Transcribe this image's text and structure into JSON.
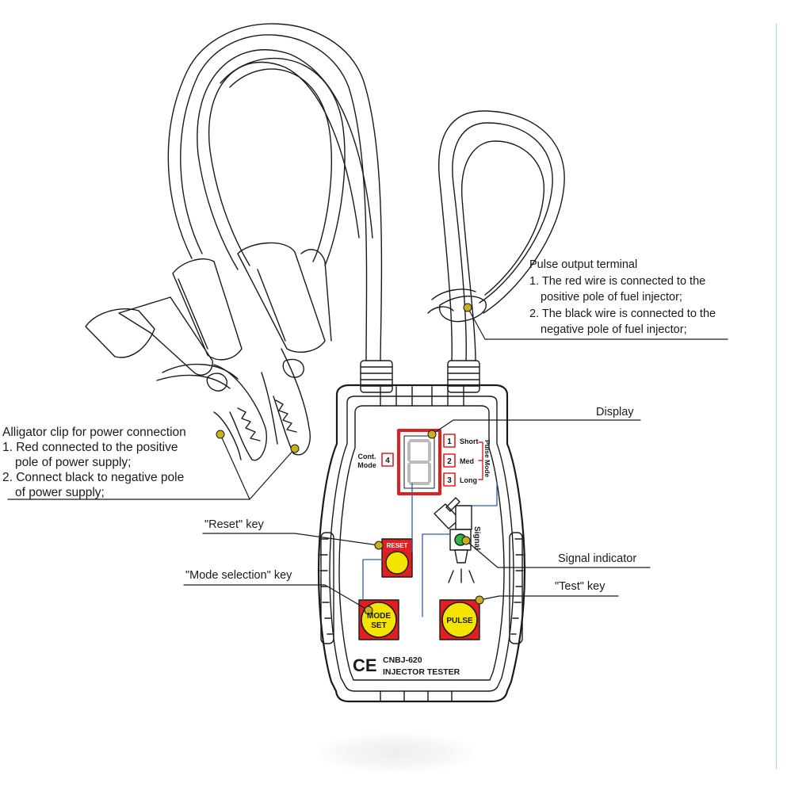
{
  "callouts": {
    "alligator": {
      "title": "Alligator clip for power connection",
      "line1": "1. Red connected to the positive",
      "line1b": "pole of power supply;",
      "line2": "2. Connect black to negative pole",
      "line2b": "of power supply;"
    },
    "pulse_output": {
      "title": "Pulse output terminal",
      "line1": "1. The red wire is connected to the",
      "line1b": "positive pole of fuel injector;",
      "line2": "2. The black wire is connected to the",
      "line2b": "negative pole of fuel injector;"
    },
    "display": "Display",
    "reset_key": "\"Reset\" key",
    "mode_key": "\"Mode selection\" key",
    "signal_indicator": "Signal indicator",
    "test_key": "\"Test\" key"
  },
  "device": {
    "cont_mode_line1": "Cont.",
    "cont_mode_line2": "Mode",
    "cont_mode_num": "4",
    "modes": [
      {
        "num": "1",
        "label": "Short"
      },
      {
        "num": "2",
        "label": "Med"
      },
      {
        "num": "3",
        "label": "Long"
      }
    ],
    "pulse_mode_label": "Pulse Mode",
    "signal_label": "Signal",
    "reset_label": "RESET",
    "mode_btn_line1": "MODE",
    "mode_btn_line2": "SET",
    "pulse_btn": "PULSE",
    "ce_mark": "CE",
    "model": "CNBJ-620",
    "product": "INJECTOR TESTER"
  },
  "colors": {
    "outline": "#1a1a1a",
    "red": "#e02020",
    "yellow": "#f5e400",
    "dot": "#c9b020",
    "leader_blue": "#2c5fa8",
    "led_green": "#2db84a",
    "rule_blue": "#9fd3e6"
  }
}
